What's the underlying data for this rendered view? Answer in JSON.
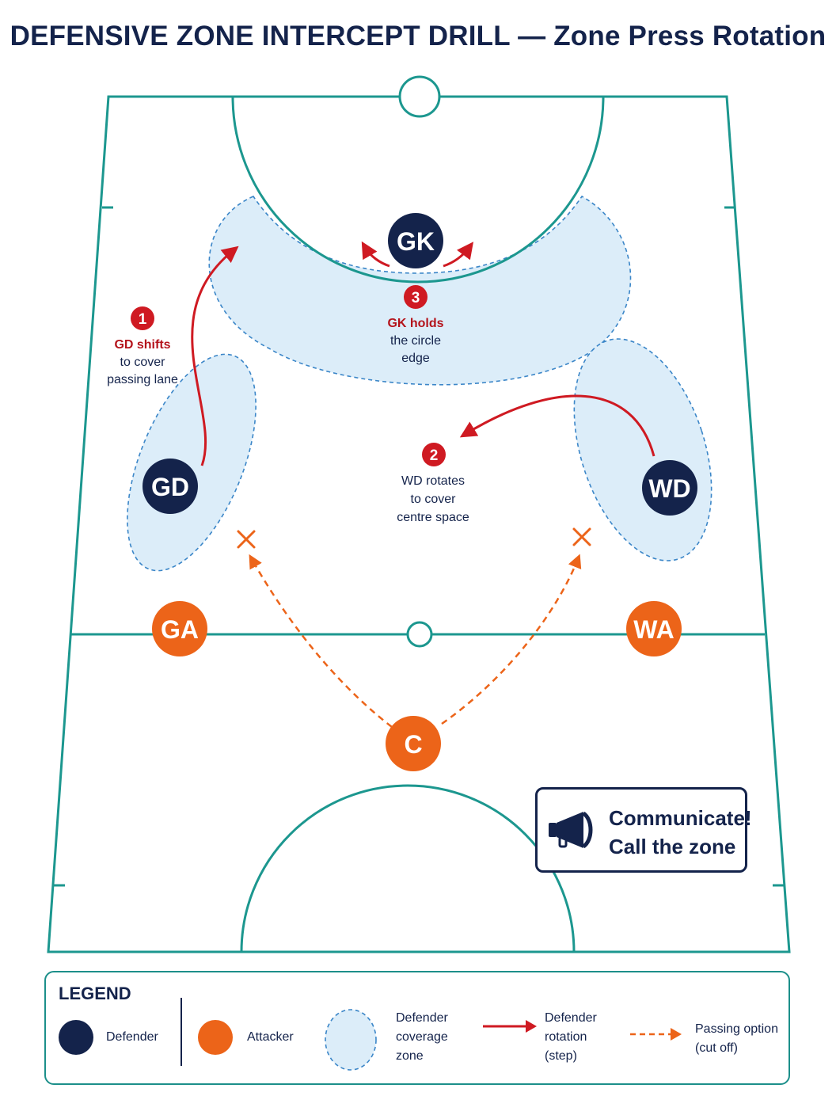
{
  "title": "DEFENSIVE ZONE INTERCEPT DRILL — Zone Press Rotation",
  "colors": {
    "court_line": "#1c978f",
    "defender": "#14234b",
    "attacker": "#ec6419",
    "zone_fill": "#dcedf9",
    "zone_stroke": "#3b86c8",
    "rotation_arrow": "#cf1a22",
    "passing_arrow": "#ec6419"
  },
  "players": {
    "gk": {
      "label": "GK",
      "role": "defender"
    },
    "gd": {
      "label": "GD",
      "role": "defender"
    },
    "wd": {
      "label": "WD",
      "role": "defender"
    },
    "ga": {
      "label": "GA",
      "role": "attacker"
    },
    "wa": {
      "label": "WA",
      "role": "attacker"
    },
    "c": {
      "label": "C",
      "role": "attacker"
    }
  },
  "steps": [
    {
      "number": "1",
      "highlight": "GD shifts",
      "lines": [
        "to cover",
        "passing lane"
      ]
    },
    {
      "number": "2",
      "lines": [
        "WD rotates",
        "to cover",
        "centre space"
      ]
    },
    {
      "number": "3",
      "highlight": "GK holds",
      "lines": [
        "the circle",
        "edge"
      ]
    }
  ],
  "callout": {
    "icon": "megaphone-icon",
    "line1": "Communicate!",
    "line2": "Call the zone"
  },
  "legend": {
    "title": "LEGEND",
    "defender": "Defender",
    "attacker": "Attacker",
    "zone": [
      "Defender",
      "coverage",
      "zone"
    ],
    "rotation": [
      "Defender",
      "rotation",
      "(step)"
    ],
    "passing": [
      "Passing option",
      "(cut off)"
    ]
  }
}
